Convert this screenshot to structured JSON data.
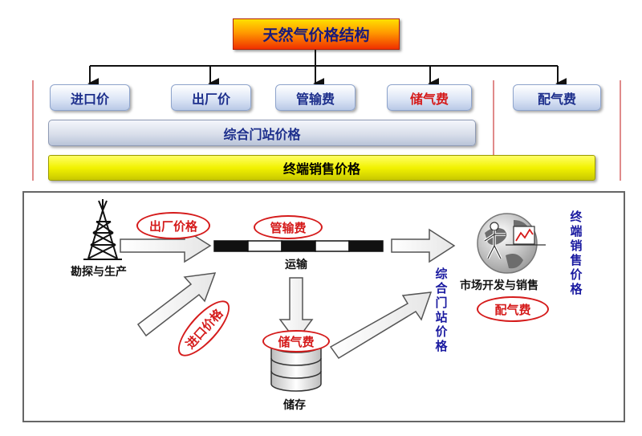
{
  "title": "天然气价格结构",
  "top_row": {
    "import_price": "进口价",
    "ex_factory_price": "出厂价",
    "pipeline_fee": "管输费",
    "storage_fee": "储气费",
    "distribution_fee": "配气费"
  },
  "city_gate_price": "综合门站价格",
  "terminal_price": "终端销售价格",
  "flow": {
    "exploration_production": "勘探与生产",
    "transport": "运输",
    "storage": "储存",
    "market_sales": "市场开发与销售",
    "ex_factory_price": "出厂价格",
    "pipeline_fee": "管输费",
    "import_price": "进口价格",
    "storage_fee": "储气费",
    "distribution_fee": "配气费",
    "city_gate_vertical": "综合门站价格",
    "terminal_vertical": "终端销售价格"
  },
  "colors": {
    "red": "#d51b1b",
    "navy": "#1d2f8c",
    "yellow": "#f2f200"
  }
}
